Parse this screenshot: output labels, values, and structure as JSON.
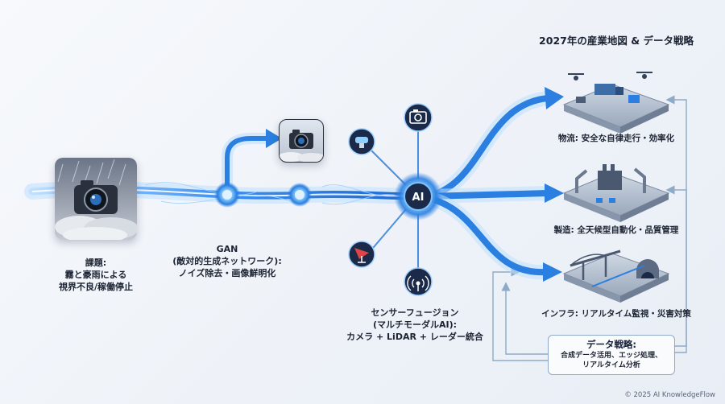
{
  "title": "2027年の産業地図 & データ戦略",
  "problem": {
    "heading": "課題:",
    "line1": "霧と豪雨による",
    "line2": "視界不良/稼働停止"
  },
  "gan": {
    "heading": "GAN",
    "line1": "(敵対的生成ネットワーク):",
    "line2": "ノイズ除去・画像鮮明化"
  },
  "fusion": {
    "heading": "センサーフュージョン",
    "line1": "(マルチモーダルAI):",
    "line2": "カメラ + LiDAR + レーダー統合"
  },
  "ai_node": {
    "label": "AI"
  },
  "industries": [
    {
      "label": "物流: 安全な自律走行・効率化"
    },
    {
      "label": "製造: 全天候型自動化・品質管理"
    },
    {
      "label": "インフラ: リアルタイム監視・災害対策"
    }
  ],
  "data_strategy": {
    "heading": "データ戦略:",
    "line1": "合成データ活用、エッジ処理、",
    "line2": "リアルタイム分析"
  },
  "footer": "© 2025 AI KnowledgeFlow",
  "icons": {
    "problem": "camera-in-storm-icon",
    "gan_output": "clear-camera-icon",
    "camera_sensor": "camera-icon",
    "lidar_sensor": "lidar-dome-icon",
    "radar_sensor": "radar-antenna-icon",
    "signal_sensor": "wireless-signal-icon"
  },
  "colors": {
    "flow": "#2a7fe0",
    "flow_glow": "#7cc4ff",
    "node_dark": "#1c2a4a",
    "feedback": "#8eaac8"
  }
}
